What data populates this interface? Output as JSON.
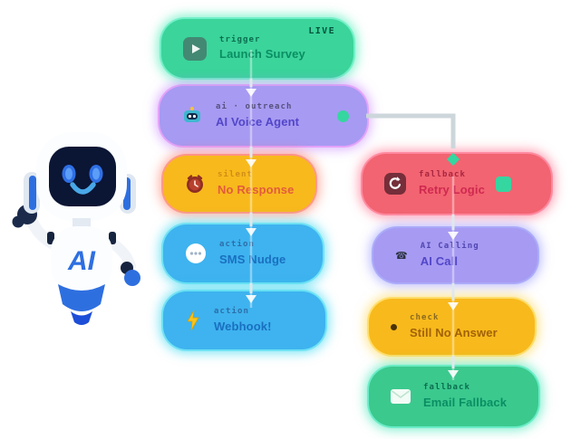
{
  "page": {
    "background": "#ffffff"
  },
  "mascot": {
    "chest_label": "AI"
  },
  "nodes": [
    {
      "label": "trigger",
      "title": "Launch Survey",
      "icon": "play-icon",
      "color": "#3bd49b",
      "badge": "LIVE"
    },
    {
      "label": "ai · outreach",
      "title": "AI Voice Agent",
      "icon": "robot-icon",
      "color": "#a79af2",
      "status_indicator": "green-dot"
    },
    {
      "label": "silent",
      "title": "No Response",
      "icon": "alarm-icon",
      "color": "#f8b91c"
    },
    {
      "label": "action",
      "title": "SMS Nudge",
      "icon": "chat-icon",
      "color": "#3eb3ef"
    },
    {
      "label": "action",
      "title": "Webhook!",
      "icon": "bolt-icon",
      "color": "#3eb3ef"
    },
    {
      "label": "fallback",
      "title": "Retry Logic",
      "icon": "retry-icon",
      "color": "#f26471",
      "status_indicator": "green-square"
    },
    {
      "label": "AI Calling",
      "title": "AI Call",
      "icon": "phone-icon",
      "color": "#a79af2"
    },
    {
      "label": "check",
      "title": "Still No Answer",
      "icon": "dot-icon",
      "color": "#f8b91c"
    },
    {
      "label": "fallback",
      "title": "Email Fallback",
      "icon": "mail-icon",
      "color": "#3bc98e"
    }
  ],
  "colors": {
    "green": "#3bd49b",
    "purple": "#a79af2",
    "amber": "#f8b91c",
    "blue": "#3eb3ef",
    "red": "#f26471",
    "green2": "#3bc98e",
    "status_green": "#35d6a0",
    "connector_gray": "#ccd6db"
  }
}
